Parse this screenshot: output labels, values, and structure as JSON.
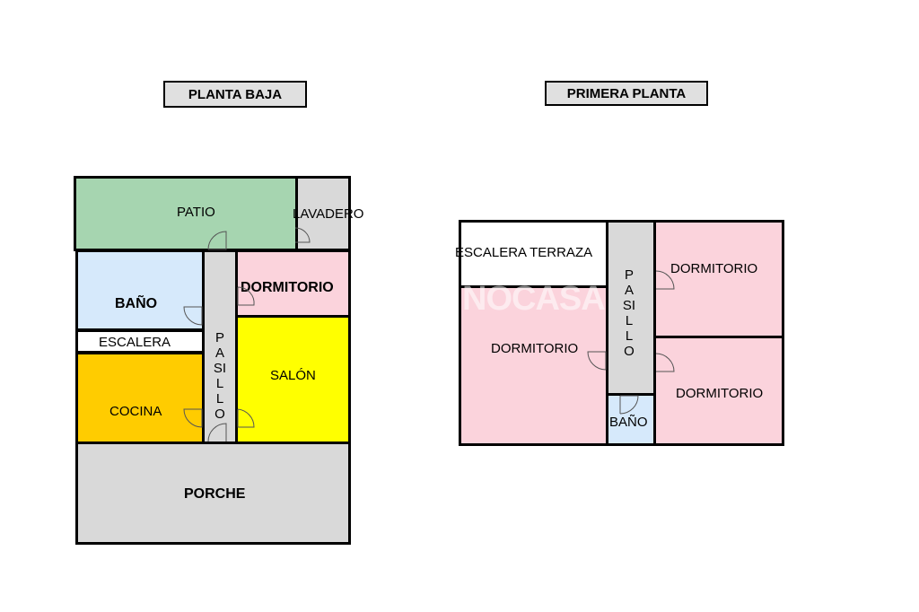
{
  "titles": {
    "ground": "PLANTA BAJA",
    "first": "PRIMERA PLANTA"
  },
  "ground_floor": {
    "patio": "PATIO",
    "lavadero": "LAVADERO",
    "bano": "BAÑO",
    "escalera": "ESCALERA",
    "pasillo": "PASILLO",
    "dormitorio": "DORMITORIO",
    "cocina": "COCINA",
    "salon": "SALÓN",
    "porche": "PORCHE"
  },
  "first_floor": {
    "escalera_terraza": "ESCALERA TERRAZA",
    "pasillo": "PASILLO",
    "dormitorio_top_right": "DORMITORIO",
    "dormitorio_left": "DORMITORIO",
    "dormitorio_bottom_right": "DORMITORIO",
    "bano": "BAÑO"
  },
  "watermark": "NOCASA",
  "colors": {
    "patio": "#a6d5b0",
    "service": "#d9d9d9",
    "bano": "#d6e9fb",
    "dormitorio": "#fbd3dc",
    "cocina": "#ffcc00",
    "salon": "#ffff00",
    "title_bg": "#e0e0e0"
  }
}
